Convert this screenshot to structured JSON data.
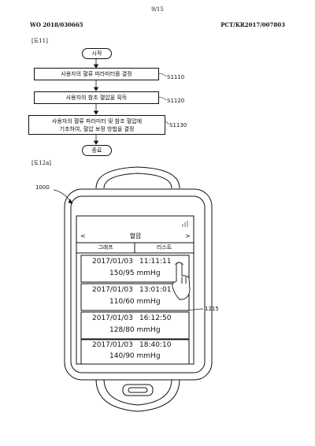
{
  "header": {
    "page_number": "9/15",
    "publication_left": "WO 2018/030665",
    "publication_right": "PCT/KR2017/007803"
  },
  "figure_11": {
    "label": "[도11]",
    "start": "시작",
    "end": "종료",
    "steps": [
      {
        "id": "S1110",
        "text_lines": [
          "사용자의 혈류 파라미터를 결정"
        ]
      },
      {
        "id": "S1120",
        "text_lines": [
          "사용자의 참조 혈압을 획득"
        ]
      },
      {
        "id": "S1130",
        "text_lines": [
          "사용자의 혈류 파라미터 및 참조 혈압에",
          "기초하여, 혈압 보정 방법을 결정"
        ]
      }
    ]
  },
  "figure_12a": {
    "label": "[도12a]",
    "device_ref": "1000",
    "list_ref": "1215",
    "screen": {
      "title": "혈압",
      "prev_icon": "chevron-left-icon",
      "next_icon": "chevron-right-icon",
      "tabs": [
        "그래프",
        "리스트"
      ],
      "entries": [
        {
          "date": "2017/01/03",
          "time": "11:11:11",
          "value": "150/95 mmHg"
        },
        {
          "date": "2017/01/03",
          "time": "13:01:01",
          "value": "110/60 mmHg"
        },
        {
          "date": "2017/01/03",
          "time": "16:12:50",
          "value": "128/80 mmHg"
        },
        {
          "date": "2017/01/03",
          "time": "18:40:10",
          "value": "140/90 mmHg"
        }
      ]
    }
  }
}
